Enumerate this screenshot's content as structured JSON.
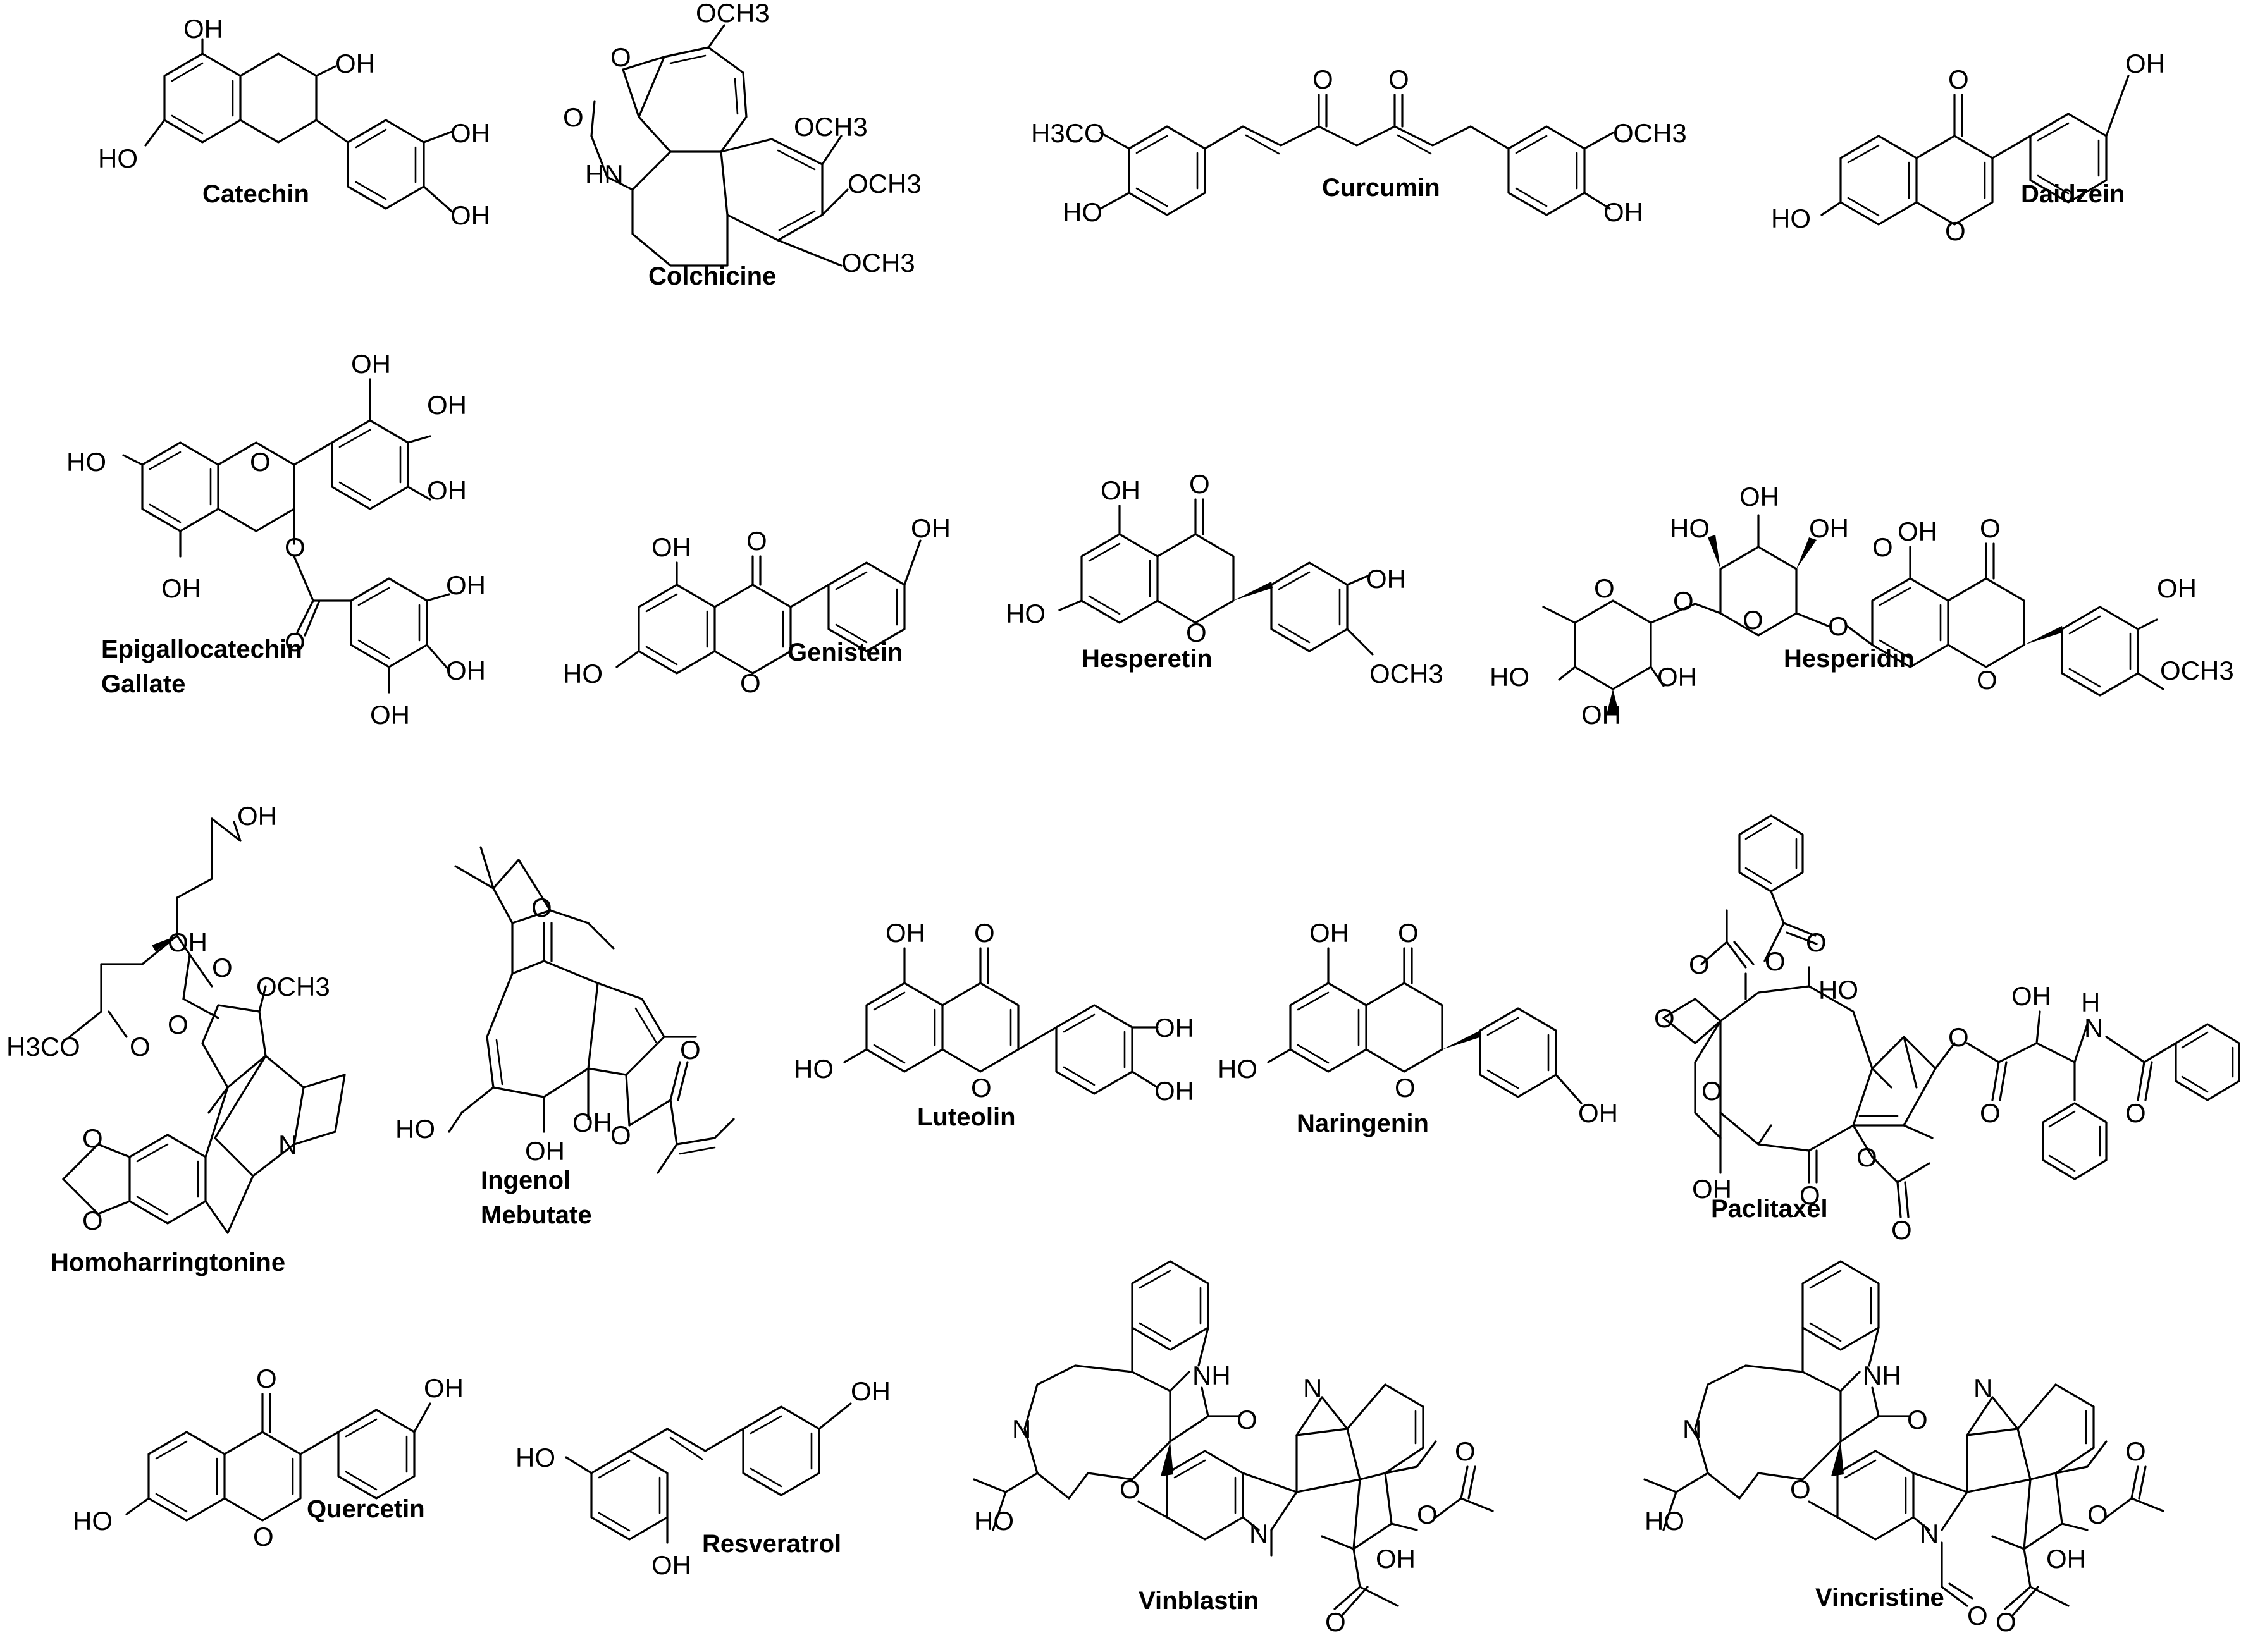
{
  "compounds": {
    "catechin": {
      "name": "Catechin",
      "labels": [
        "OH",
        "OH",
        "HO",
        "OH",
        "OH"
      ]
    },
    "colchicine": {
      "name": "Colchicine",
      "labels": [
        "OCH3",
        "O",
        "O",
        "HN",
        "OCH3",
        "OCH3",
        "OCH3"
      ]
    },
    "curcumin": {
      "name": "Curcumin",
      "labels": [
        "H3CO",
        "O",
        "O",
        "OCH3",
        "HO",
        "OH"
      ]
    },
    "daidzein": {
      "name": "Daidzein",
      "labels": [
        "O",
        "OH",
        "HO",
        "O"
      ]
    },
    "egcg": {
      "name_line1": "Epigallocatechin",
      "name_line2": "Gallate",
      "labels": [
        "OH",
        "OH",
        "OH",
        "HO",
        "O",
        "OH",
        "O",
        "O",
        "OH",
        "OH",
        "OH"
      ]
    },
    "genistein": {
      "name": "Genistein",
      "labels": [
        "OH",
        "O",
        "OH",
        "HO",
        "O"
      ]
    },
    "hesperetin": {
      "name": "Hesperetin",
      "labels": [
        "OH",
        "O",
        "HO",
        "O",
        "OH",
        "OCH3"
      ]
    },
    "hesperidin": {
      "name": "Hesperidin",
      "labels": [
        "OH",
        "HO",
        "OH",
        "OH",
        "O",
        "O",
        "O",
        "O",
        "O",
        "O",
        "HO",
        "OH",
        "OH",
        "OH",
        "OCH3",
        "O"
      ]
    },
    "homoharringtonine": {
      "name": "Homoharringtonine",
      "labels": [
        "OH",
        "OH",
        "O",
        "OCH3",
        "H3CO",
        "O",
        "O",
        "O",
        "O",
        "N"
      ]
    },
    "ingenol": {
      "name_line1": "Ingenol",
      "name_line2": "Mebutate",
      "labels": [
        "O",
        "HO",
        "OH",
        "OH",
        "O",
        "O"
      ]
    },
    "luteolin": {
      "name": "Luteolin",
      "labels": [
        "OH",
        "O",
        "HO",
        "O",
        "OH",
        "OH"
      ]
    },
    "naringenin": {
      "name": "Naringenin",
      "labels": [
        "OH",
        "O",
        "HO",
        "O",
        "OH"
      ]
    },
    "paclitaxel": {
      "name": "Paclitaxel",
      "labels": [
        "O",
        "O",
        "O",
        "HO",
        "OH",
        "O",
        "H",
        "N",
        "O",
        "OH",
        "O",
        "O",
        "O",
        "O",
        "O",
        "O"
      ]
    },
    "quercetin": {
      "name": "Quercetin",
      "labels": [
        "O",
        "OH",
        "HO",
        "O"
      ]
    },
    "resveratrol": {
      "name": "Resveratrol",
      "labels": [
        "OH",
        "HO",
        "OH"
      ]
    },
    "vinblastin": {
      "name": "Vinblastin",
      "labels": [
        "NH",
        "N",
        "O",
        "HO",
        "N",
        "O",
        "O",
        "N",
        "OH",
        "O",
        "O"
      ]
    },
    "vincristine": {
      "name": "Vincristine",
      "labels": [
        "NH",
        "N",
        "O",
        "HO",
        "N",
        "O",
        "O",
        "N",
        "OH",
        "O",
        "O",
        "O"
      ]
    }
  }
}
